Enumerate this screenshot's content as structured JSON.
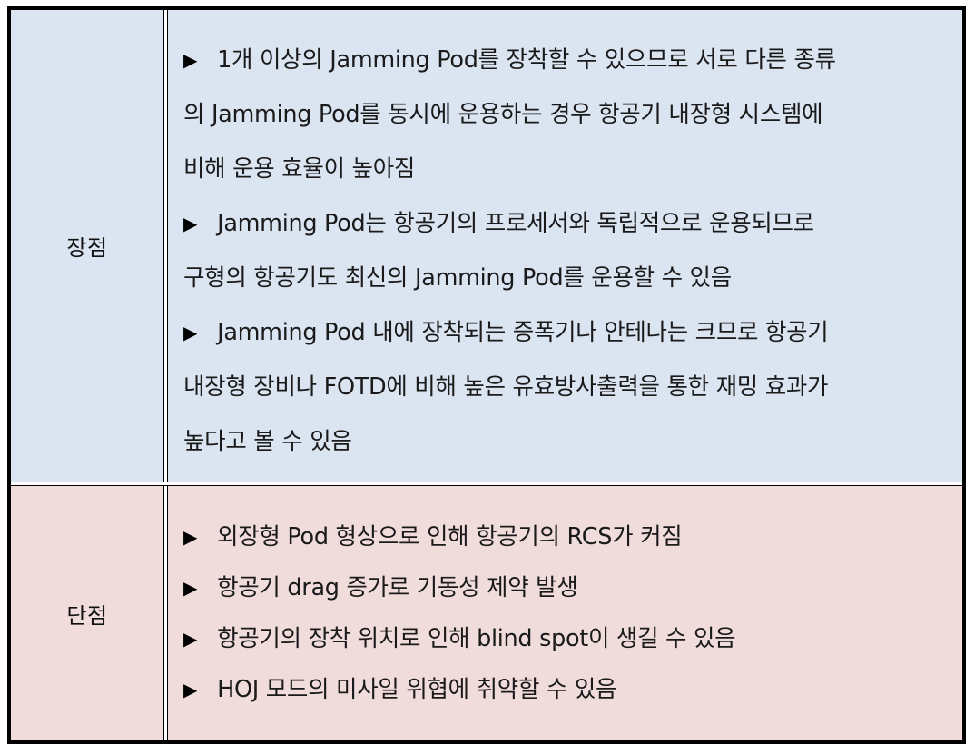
{
  "table": {
    "colors": {
      "pros_background": "#dbe4f1",
      "cons_background": "#f1dcdc",
      "border": "#000000"
    },
    "bullet_icon": "▶",
    "rows": [
      {
        "label": "장점",
        "items": [
          {
            "lines": [
              "1개 이상의 Jamming Pod를 장착할 수 있으므로 서로 다른 종류",
              "의 Jamming Pod를 동시에 운용하는 경우 항공기 내장형 시스템에",
              "비해 운용 효율이 높아짐"
            ]
          },
          {
            "lines": [
              "Jamming Pod는 항공기의 프로세서와 독립적으로 운용되므로",
              "구형의 항공기도 최신의 Jamming Pod를 운용할 수 있음"
            ]
          },
          {
            "lines": [
              "Jamming Pod 내에 장착되는 증폭기나 안테나는 크므로 항공기",
              "내장형 장비나 FOTD에 비해 높은 유효방사출력을 통한 재밍 효과가",
              "높다고 볼 수 있음"
            ]
          }
        ]
      },
      {
        "label": "단점",
        "items": [
          {
            "lines": [
              "외장형 Pod 형상으로 인해 항공기의 RCS가 커짐"
            ]
          },
          {
            "lines": [
              "항공기 drag 증가로 기동성 제약 발생"
            ]
          },
          {
            "lines": [
              "항공기의 장착 위치로 인해 blind spot이 생길 수 있음"
            ]
          },
          {
            "lines": [
              "HOJ 모드의 미사일 위협에 취약할 수 있음"
            ]
          }
        ]
      }
    ]
  }
}
